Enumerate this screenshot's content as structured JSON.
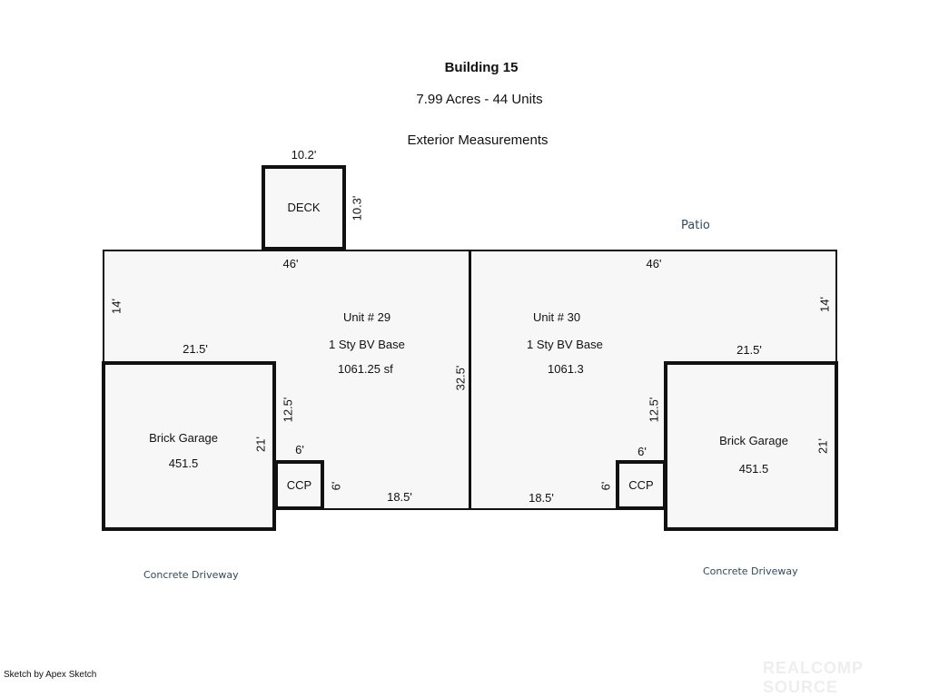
{
  "header": {
    "title": "Building 15",
    "subtitle": "7.99 Acres - 44 Units",
    "caption": "Exterior Measurements"
  },
  "deck": {
    "label": "DECK",
    "width": "10.2'",
    "depth": "10.3'"
  },
  "patio": {
    "label": "Patio"
  },
  "unit29": {
    "unit_label": "Unit #",
    "unit_number": "29",
    "type": "1 Sty BV Base",
    "area": "1061.25 sf",
    "top_width": "46'",
    "left_depth": "14'",
    "garage_side_width": "21.5'",
    "bottom_width": "18.5'",
    "garage_inner_depth": "12.5'"
  },
  "unit30": {
    "unit_label": "Unit #",
    "unit_number": "30",
    "type": "1 Sty BV Base",
    "area": "1061.3",
    "top_width": "46'",
    "right_depth": "14'",
    "garage_side_width": "21.5'",
    "bottom_width": "18.5'",
    "garage_inner_depth": "12.5'"
  },
  "party_wall": {
    "length": "32.5'"
  },
  "garage_left": {
    "label": "Brick Garage",
    "area": "451.5",
    "depth": "21'"
  },
  "garage_right": {
    "label": "Brick Garage",
    "area": "451.5",
    "depth": "21'"
  },
  "ccp_left": {
    "label": "CCP",
    "width": "6'",
    "depth": "6'"
  },
  "ccp_right": {
    "label": "CCP",
    "width": "6'",
    "depth": "6'"
  },
  "driveway_left": {
    "label": "Concrete Driveway"
  },
  "driveway_right": {
    "label": "Concrete Driveway"
  },
  "footer": {
    "credit": "Sketch by Apex Sketch",
    "watermark": "REALCOMP SOURCE"
  }
}
